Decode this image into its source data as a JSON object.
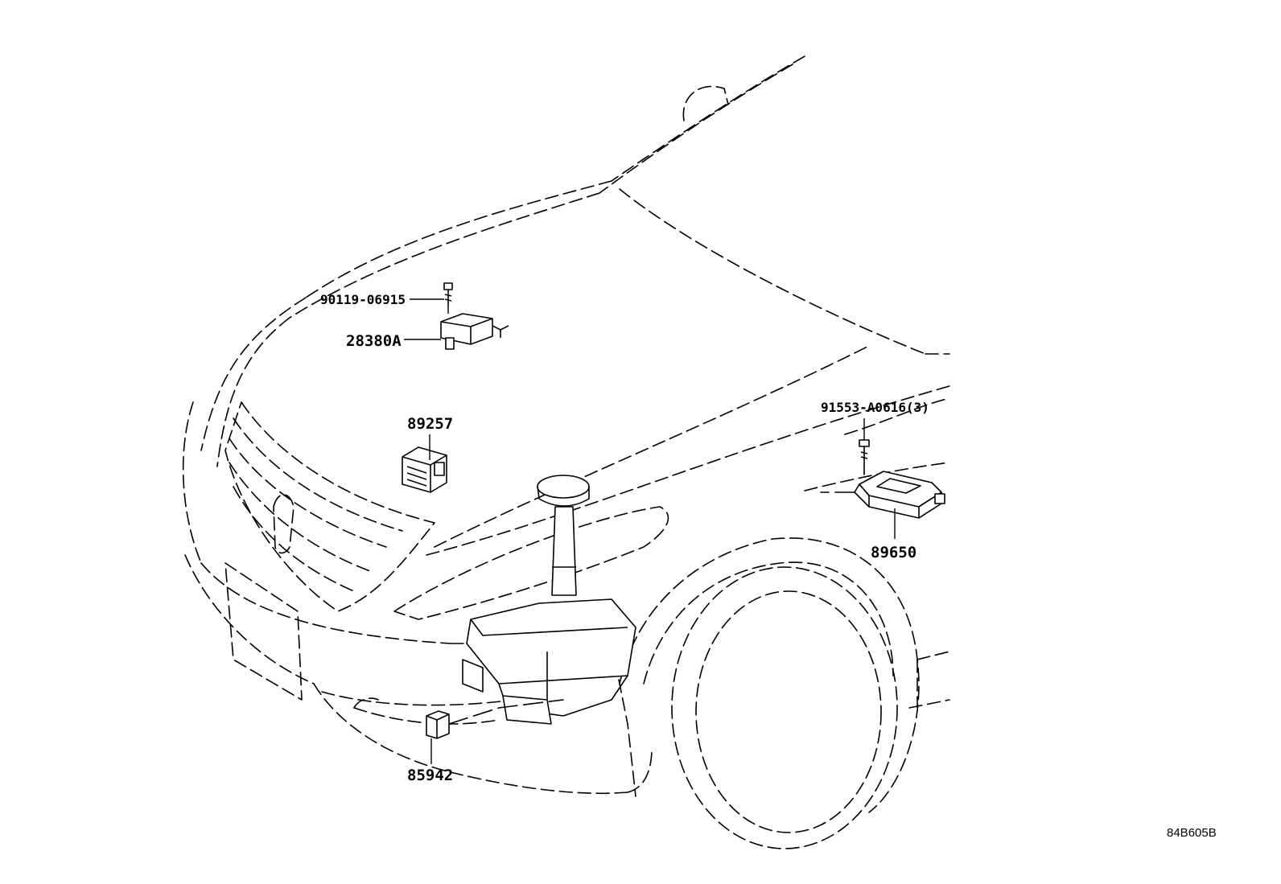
{
  "callouts": {
    "bolt_top": "90119-06915",
    "sensor_28380a": "28380A",
    "ecu_89257": "89257",
    "screw_91553": "91553-A0616(3)",
    "ecu_89650": "89650",
    "relay_85942": "85942"
  },
  "figure_code": "84B605B"
}
